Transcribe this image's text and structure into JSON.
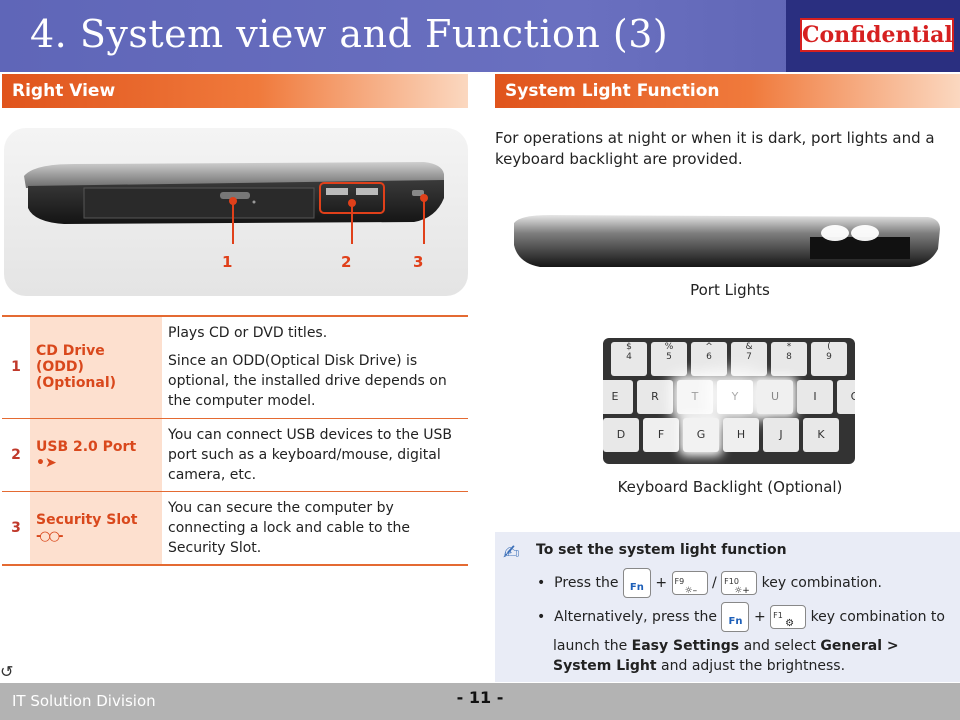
{
  "header": {
    "title": "4. System view and Function (3)",
    "confidential": "Confidential"
  },
  "left": {
    "heading": "Right View",
    "callouts": [
      "1",
      "2",
      "3"
    ],
    "rows": [
      {
        "num": "1",
        "name": "CD Drive (ODD) (Optional)",
        "desc1": "Plays CD or DVD titles.",
        "desc2": "Since an ODD(Optical Disk Drive) is optional, the installed drive depends on the computer model."
      },
      {
        "num": "2",
        "name": "USB 2.0 Port",
        "desc1": "You can connect USB devices to the USB port such as a keyboard/mouse, digital camera, etc."
      },
      {
        "num": "3",
        "name": "Security Slot",
        "desc1": "You can secure the computer by connecting a lock and cable to the Security Slot."
      }
    ]
  },
  "right": {
    "heading": "System Light Function",
    "intro": "For operations at night or when it is dark, port lights and a keyboard backlight are provided.",
    "port_caption": "Port Lights",
    "kb_caption": "Keyboard Backlight (Optional)",
    "keys_top": [
      "$",
      "%",
      "^",
      "&",
      "*",
      "("
    ],
    "keys_top_num": [
      "4",
      "5",
      "6",
      "7",
      "8",
      "9"
    ],
    "keys_mid": [
      "E",
      "R",
      "T",
      "Y",
      "U",
      "I",
      "O"
    ],
    "keys_bot": [
      "D",
      "F",
      "G",
      "H",
      "J",
      "K"
    ],
    "instructions": {
      "title": "To set the system light function",
      "b1_pre": "Press the",
      "b1_post": "key combination.",
      "b2_pre": "Alternatively, press the",
      "b2_post": "key combination to",
      "b2_line2a": "launch the",
      "b2_bold1": "Easy Settings",
      "b2_line2b": "and select",
      "b2_bold2": "General > System Light",
      "b2_line2c": "and adjust the brightness.",
      "fn_key": "Fn",
      "f9": "F9",
      "f10": "F10",
      "f1": "F1",
      "plus": "+",
      "slash": "/"
    }
  },
  "footer": {
    "division": "IT Solution Division",
    "page": "- 11 -"
  }
}
